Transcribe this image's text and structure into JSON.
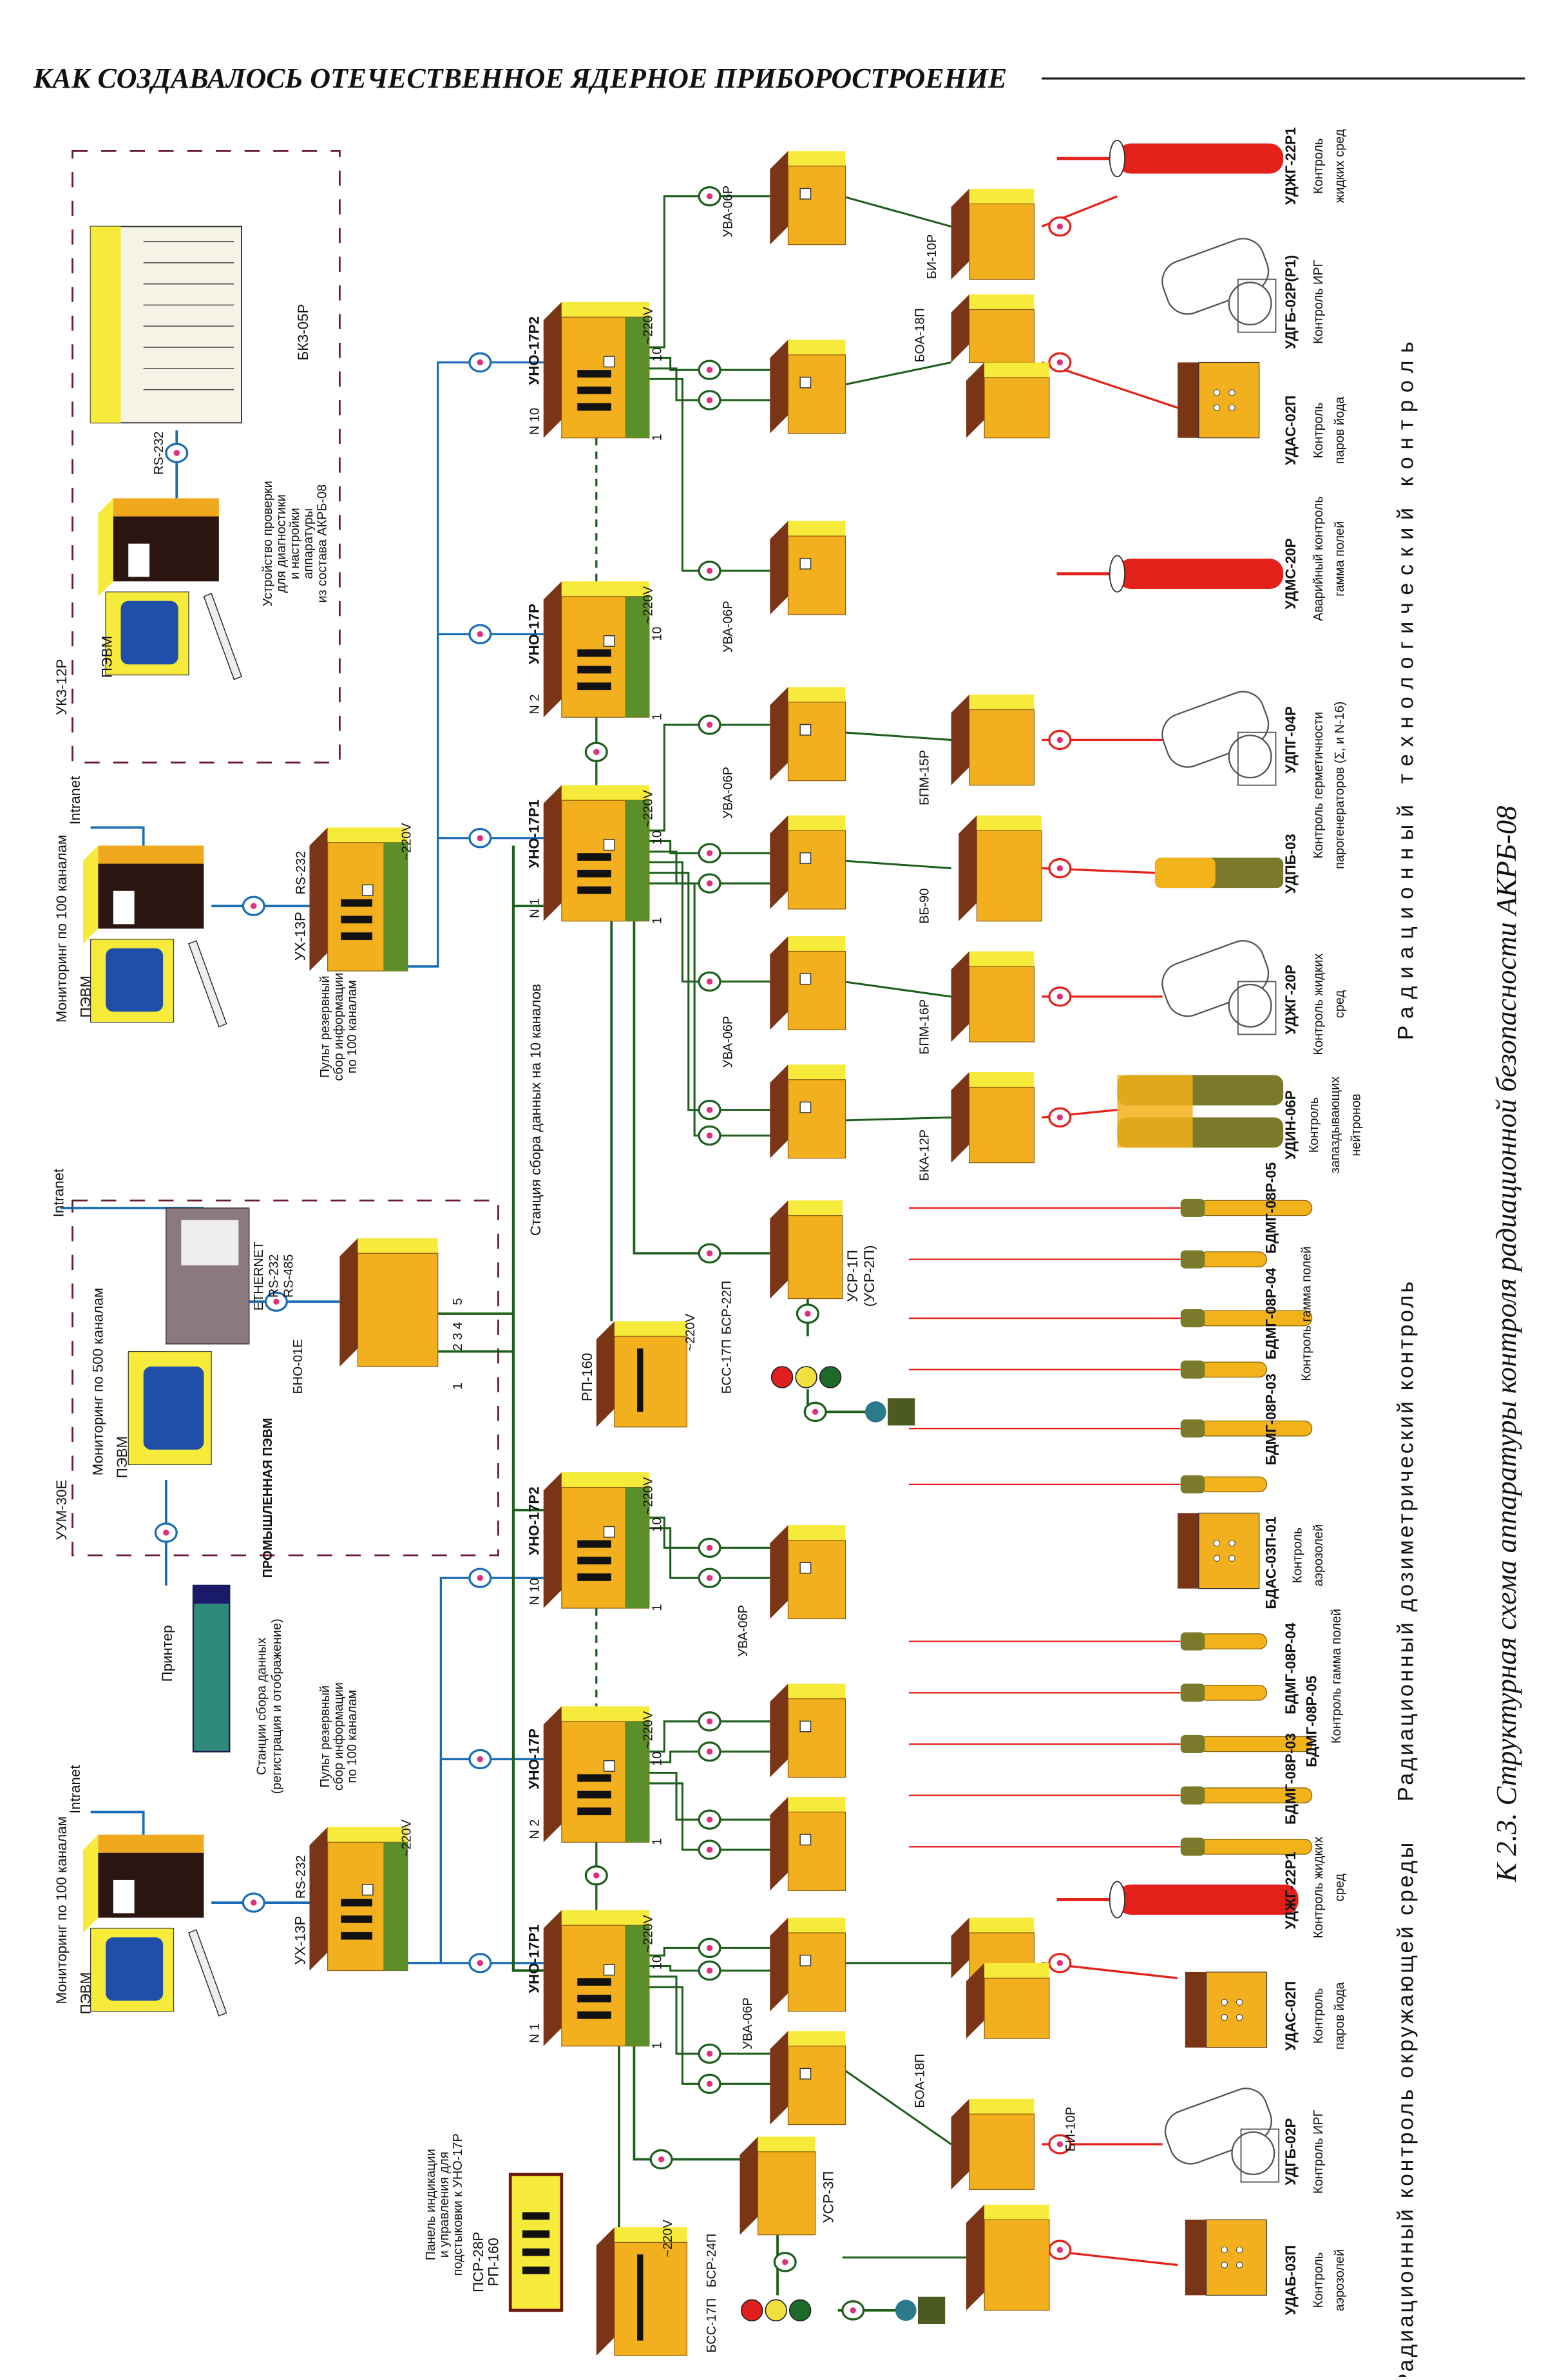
{
  "header": {
    "title": "КАК СОЗДАВАЛОСЬ ОТЕЧЕСТВЕННОЕ ЯДЕРНОЕ ПРИБОРОСТРОЕНИЕ"
  },
  "caption": "К 2.3. Структурная схема аппаратуры контроля радиационной безопасности АКРБ-08",
  "sections": {
    "environment": "Радиационный контроль окружающей среды",
    "dosimetric": "Радиационный дозиметрический контроль",
    "technological": "Радиационный технологический контроль"
  },
  "ukz": {
    "title": "УКЗ-12Р",
    "pc": "ПЭВМ",
    "link": "RS-232",
    "rack": "БКЗ-05Р",
    "desc": [
      "Устройство проверки",
      "для диагностики",
      "и настройки",
      "аппаратуры",
      "из состава АКРБ-08"
    ]
  },
  "monitor_top": {
    "label": "Мониторинг по 100 каналам",
    "intranet": "Intranet",
    "pc": "ПЭВМ"
  },
  "ux_top": {
    "name": "УХ-13Р",
    "link": "RS-232",
    "desc": [
      "Пульт резервный",
      "сбор информации",
      "по 100 каналам"
    ]
  },
  "uum": {
    "title": "УУМ-30Е",
    "label": "Мониторинг по 500 каналам",
    "pc": "ПЭВМ",
    "intranet": "Intranet",
    "interfaces": [
      "ETHERNET",
      "RS-232",
      "RS-485"
    ],
    "bno": "БНО-01Е",
    "industrial_pc": "ПРОМЫШЛЕННАЯ ПЭВМ",
    "ports": [
      "1",
      "2 3 4",
      "5"
    ]
  },
  "printer": {
    "label": "Принтер",
    "stations": [
      "Станции сбора данных",
      "(регистрация и отображение)"
    ]
  },
  "monitor_bottom": {
    "label": "Мониторинг по 100 каналам",
    "intranet": "Intranet",
    "pc": "ПЭВМ"
  },
  "ux_bottom": {
    "name": "УХ-13Р",
    "link": "RS-232",
    "desc": [
      "Пульт резервный",
      "сбор информации",
      "по 100 каналам"
    ]
  },
  "panel": {
    "desc": [
      "Панель индикации",
      "и управления для",
      "подстыковки к УНО-17Р"
    ],
    "psr": "ПСР-28Р",
    "rp": "РП-160"
  },
  "station_label": "Станция сбора данных на 10 каналов",
  "power": "~220V",
  "uno": [
    {
      "name": "УНО-17Р2",
      "n": "N 10"
    },
    {
      "name": "УНО-17Р",
      "n": "N 2"
    },
    {
      "name": "УНО-17Р1",
      "n": "N 1"
    },
    {
      "name": "УНО-17Р2",
      "n": "N 10"
    },
    {
      "name": "УНО-17Р",
      "n": "N 2"
    },
    {
      "name": "УНО-17Р1",
      "n": "N 1"
    }
  ],
  "channel_marks": {
    "first": "1",
    "last": "10"
  },
  "rp160": "РП-160",
  "units": {
    "uva": "УВА-06Р",
    "boa": "БОА-18П",
    "bi": "БИ-10Р",
    "bpm15": "БПМ-15Р",
    "vb": "ВБ-90",
    "bpm16": "БПМ-16Р",
    "bka": "БКА-12Р",
    "usr1": "УСР-1П",
    "usr2": "(УСР-2П)",
    "bss_top": "БСС-17П",
    "bsr22": "БСР-22П",
    "usr3": "УСР-3П",
    "bss_bottom": "БСС-17П",
    "bsr24": "БСР-24П"
  },
  "detectors": [
    {
      "name": "УДЖГ-22Р1",
      "desc": [
        "Контроль",
        "жидких сред"
      ]
    },
    {
      "name": "УДГБ-02Р(Р1)",
      "desc": [
        "Контроль ИРГ"
      ]
    },
    {
      "name": "УДАС-02П",
      "desc": [
        "Контроль",
        "паров йода"
      ]
    },
    {
      "name": "УДМС-20Р",
      "desc": [
        "Аварийный контроль",
        "гамма полей"
      ]
    },
    {
      "name": "УДПГ-04Р",
      "desc": []
    },
    {
      "name": "УДПБ-03",
      "desc": [
        "Контроль герметичности",
        "парогенераторов (Σ, и N-16)"
      ]
    },
    {
      "name": "УДЖГ-20Р",
      "desc": [
        "Контроль жидких",
        "сред"
      ]
    },
    {
      "name": "УДИН-06Р",
      "desc": [
        "Контроль",
        "запаздывающих",
        "нейтронов"
      ]
    },
    {
      "name": "БДМГ-08Р-05",
      "desc": []
    },
    {
      "name": "БДМГ-08Р-04",
      "desc": [
        "Контроль гамма полей"
      ]
    },
    {
      "name": "БДМГ-08Р-03",
      "desc": []
    },
    {
      "name": "БДАС-03П-01",
      "desc": [
        "Контроль",
        "аэрозолей"
      ]
    },
    {
      "name": "БДМГ-08Р-04",
      "desc": []
    },
    {
      "name": "БДМГ-08Р-05",
      "desc": [
        "Контроль гамма полей"
      ]
    },
    {
      "name": "БДМГ-08Р-03",
      "desc": []
    },
    {
      "name": "УДЖГ-22Р1",
      "desc": [
        "Контроль жидких",
        "сред"
      ]
    },
    {
      "name": "УДАС-02П",
      "desc": [
        "Контроль",
        "паров йода"
      ]
    },
    {
      "name": "УДГБ-02Р",
      "desc": [
        "Контроль ИРГ"
      ]
    },
    {
      "name": "УДАБ-03П",
      "desc": [
        "Контроль",
        "аэрозолей"
      ]
    }
  ],
  "colors": {
    "cabinet": "#f2b01e",
    "cabinet_top": "#7a3416",
    "cabinet_side": "#f6ea3a",
    "green_panel": "#5c8f2a",
    "bus_green": "#1d5e1d",
    "bus_blue": "#1a6db5",
    "signal_red": "#e4201a",
    "screen_blue": "#1f4fa8"
  }
}
